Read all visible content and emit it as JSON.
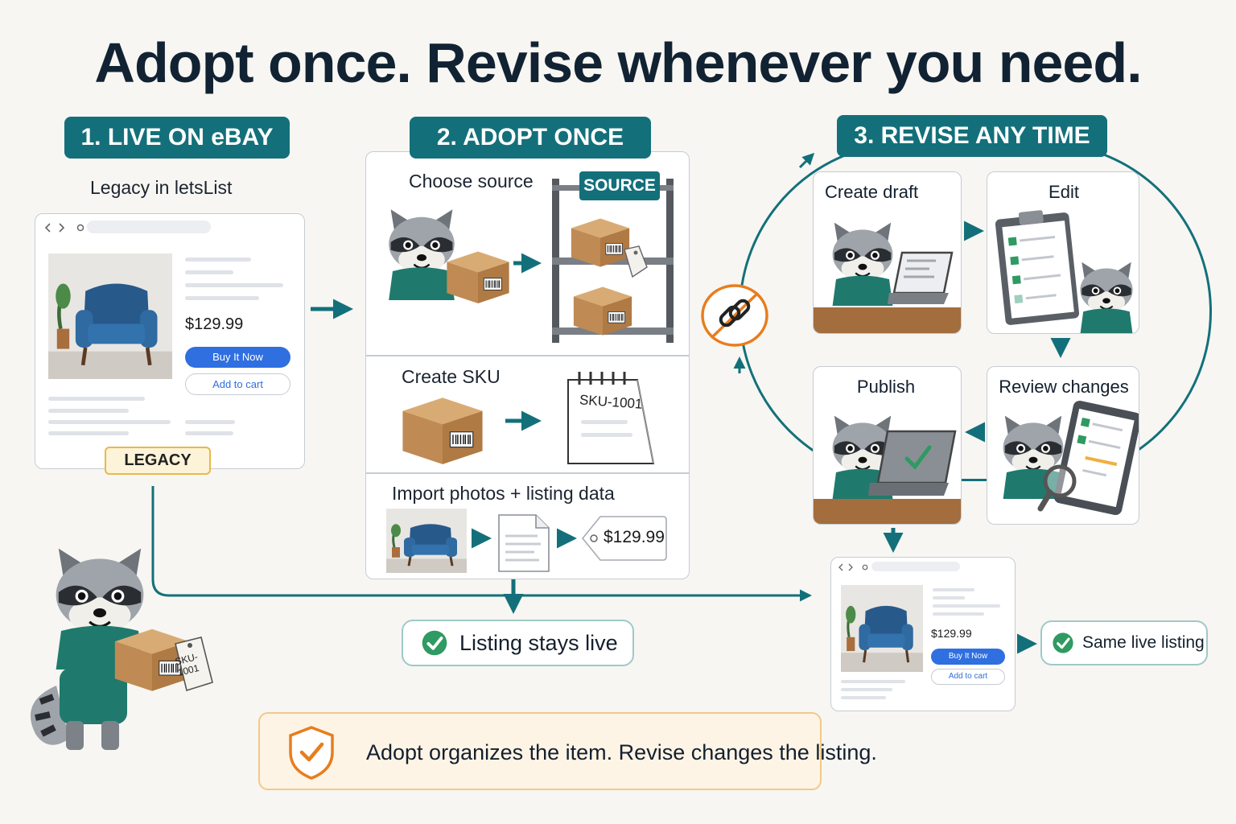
{
  "title": "Adopt once. Revise whenever you need.",
  "steps": {
    "step1": {
      "label": "1. LIVE ON eBAY",
      "subtitle": "Legacy in letsList",
      "price": "$129.99",
      "buy_label": "Buy It Now",
      "cart_label": "Add to cart",
      "badge": "LEGACY"
    },
    "step2": {
      "label": "2. ADOPT ONCE",
      "choose_source": "Choose source",
      "source_tag": "SOURCE",
      "create_sku": "Create SKU",
      "sku_value": "SKU-1001",
      "import_label": "Import photos + listing data",
      "price": "$129.99"
    },
    "step3": {
      "label": "3. REVISE ANY TIME",
      "create_draft": "Create draft",
      "edit": "Edit",
      "publish": "Publish",
      "review_changes": "Review changes"
    }
  },
  "mascot_tag": {
    "line1": "SKU-",
    "line2": "1001"
  },
  "listing_stays_live": "Listing stays live",
  "result_listing": {
    "price": "$129.99",
    "buy_label": "Buy It Now",
    "cart_label": "Add to cart"
  },
  "same_live_listing": "Same live listing",
  "footer_message": "Adopt organizes the item. Revise changes the listing.",
  "icons": [
    "browser-icon",
    "raccoon-icon",
    "box-icon",
    "shelf-icon",
    "barcode-icon",
    "calendar-icon",
    "document-icon",
    "price-tag-icon",
    "laptop-icon",
    "clipboard-icon",
    "tablet-icon",
    "magnifier-icon",
    "broken-link-icon",
    "check-circle-icon",
    "shield-check-icon",
    "arrow-icon"
  ],
  "colors": {
    "teal": "#13707a",
    "buy_blue": "#2f6fe0",
    "legacy_gold": "#e8b94a",
    "broken_link_orange": "#e87d1e",
    "check_green": "#2f9a61"
  }
}
